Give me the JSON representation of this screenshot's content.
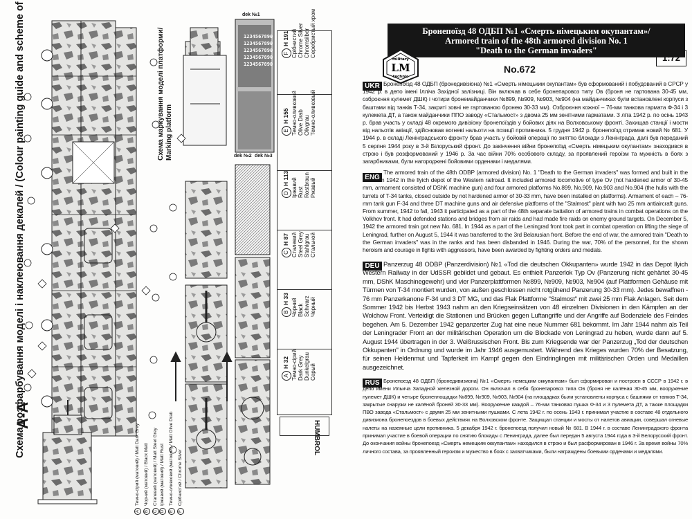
{
  "left": {
    "guide_title_1": "Схема розфарбування моделі і наклеювання декалей / (Colour painting guide and scheme of applying dekals",
    "platform_title_1": "Схема маркування моделі платформи/",
    "platform_title_2": "Marking platform",
    "section_label": "A-A",
    "decal_sheet": {
      "title": "dek №1",
      "numbers": [
        "1234567890",
        "1234567890",
        "1234567890",
        "1234567890",
        "1234567890"
      ],
      "label_2": "dek №2",
      "label_3": "dek №3"
    },
    "legend": [
      {
        "code": "H 191",
        "letter": "F",
        "names": [
          "Срібнистий",
          "Chrome Silver",
          "Chromsilber",
          "Серебристый хром"
        ]
      },
      {
        "code": "H 155",
        "letter": "E",
        "names": [
          "Темно-оливковий",
          "Olive Drab",
          "Olivgrau",
          "Темно-оливковый"
        ]
      },
      {
        "code": "H 113",
        "letter": "D",
        "names": [
          "Іржавий",
          "Rust",
          "Rostbraun",
          "Ржавый"
        ]
      },
      {
        "code": "H 87",
        "letter": "C",
        "names": [
          "Сталевий",
          "Steel Grey",
          "Stahlgrau",
          "Стальной"
        ]
      },
      {
        "code": "H 33",
        "letter": "B",
        "names": [
          "Чорний",
          "Black",
          "Schwarz",
          "Черный"
        ]
      },
      {
        "code": "H 32",
        "letter": "A",
        "names": [
          "Темно-сірий",
          "Dark Grey",
          "Dunkelgrau",
          "Серый"
        ]
      }
    ],
    "humbrol": "HUMBROL",
    "lower_legend": [
      {
        "letter": "A",
        "text": "Темно-сірий (матовий) / Matt Dark Grey"
      },
      {
        "letter": "B",
        "text": "Чорний (матовий) / Black Matt"
      },
      {
        "letter": "C",
        "text": "Сталевий (матовий) / Matt Steel Grey"
      },
      {
        "letter": "D",
        "text": "Іржавий (матовий) / Matt Rust"
      },
      {
        "letter": "E",
        "text": "Темно-оливковий (матовий) / Matt Olive Drab"
      },
      {
        "letter": "F",
        "text": "Срібнистий / Chrome Silver"
      }
    ]
  },
  "header": {
    "title_line1": "Бронепоїзд 48 ОДБП №1 «Смерть німецьким окупантам»/",
    "title_line2": "Armored train of the 48th armored division No. 1",
    "title_line3": "\"Death to the German invaders\"",
    "logo_top": "military",
    "logo_main": "LM",
    "logo_bottom": "technic",
    "scale": "1:72",
    "catalog_number": "No.672"
  },
  "texts": {
    "ukr_tag": "UKR",
    "ukr": "Бронепоїзд 48 ОДБП (бронедивізіона) №1 «Смерть німецьким окупантам» був сформований і побудований в СРСР у 1942 р. в депо імені Ілліча Західної залізниці. Він включав в себе бронепаровоз типу Ов (броня не гартована 30-45 мм, озброєння кулемет ДШК) і чотири бронемайданчики №899, №909, №903, №904 (на майданчиках були встановлені корпуси з баштами від танків Т-34, закриті зовні не гартованою бронею 30-33 мм). Озброєння кожної – 76-мм танкова гармата Ф-34 і 3 кулемета ДТ, а також майданчики ППО заводу «Стальмост» з двома 25 мм зенітними гарматами. З літа 1942 р. по осінь 1943 р. брав участь у складі 48 окремого дивізіону бронепоїздів у бойових діях на Волховському фронті. Захищав станції і мости від нальотів авіації, здійснював вогневі нальоти на позиції противника. 5 грудня 1942 р. бронепоїзд отримав новий № 681. У 1944 р. в складі Ленінградського фронту брав участь у бойовій операції по зняттю блокади з Ленінграда, далі був переданий 5 серпня 1944 року в 3-й Білоруський фронт. До закінчення війни бронепоїзд «Смерть німецьким окупантам» знаходився в строю і був розформований у 1946 р. За час війни 70% особового складу, за проявлений героїзм та мужність в боях з загарбниками, були нагороджені бойовими орденами і медалями.",
    "eng_tag": "ENG",
    "eng": "The armored train of the 48th ODBP (armored division) No. 1 \"Death to the German invaders\" was formed and built in the USSR in 1942 in the Ilyich depot of the Western railroad. It included armored locomotive of type Ov (not hardened armor of 30-45 mm, armament consisted of DShK machine gun) and four armored platforms No.899, No.909, No.903 and No.904 (the hulls with the turrets of T-34 tanks, closed outside by not hardened armor of 30-33 mm, have been installed on platforms). Armament of each – 76-mm tank gun F-34 and three DT machine guns and air defensive platforms of the \"Stalmost\" plant with two 25 mm antiaircraft guns. From summer, 1942 to fall, 1943 it participated as a part of the 48th separate battalion of armored trains in combat operations on the Volkhov front. It had defended stations and bridges from air raids and had made fire raids on enemy ground targets. On December 5, 1942 the armored train got new No. 681. In 1944 as a part of the Leningrad front took part in combat operation on lifting the siege of Leningrad, further on August 5, 1944 it was transferred to the 3rd Belarusian front. Before the end of war, the armored train \"Death to the German invaders\" was in the ranks and has been disbanded in 1946. During the war, 70% of the personnel, for the shown heroism and courage in fights with aggressors, have been awarded by fighting orders and medals.",
    "deu_tag": "DEU",
    "deu": "Panzerzug 48 ODBP (Panzerdivision) №1 «Tod die deutschen Okkupanten» wurde 1942 in das Depot Ilyich Western Railway in der UdSSR gebildet und gebaut. Es enthielt Panzerlok Typ Ov (Panzerung nicht gehärtet 30-45 mm, DShK Maschinegewehr) und vier Panzerplattformen №899, №909, №903, №904 (auf Plattformen Gehäuse mit Türmen von T-34 montiert wurden, von außen geschlossen nicht rotgühend Panzerung 30-33 mm). Jedes bewaffnen - 76 mm Panzerkanone F-34 und 3 DT MG, und das Flak Plattforme \"Stalmost\" mit zwei 25 mm Flak Anlagen. Seit dem Sommer 1942 bis Herbst 1943 nahm an den Kriegseinsätzen von 48 einzelnen Divisionen in den Kämpfen an der Wolchow Front. Verteidigt die Stationen und Brücken gegen Luftangriffe und der Angriffe auf Bodenziele des Feindes begehen. Am 5. Dezember 1942 gepanzerter Zug hat eine neue Nummer 681 bekommt. Im Jahr 1944 nahm als Teil der Leningrader Front an der militärischen Operation um die Blockade von Leningrad zu heben, wurde dann auf 5. August 1944 übertragen in der 3. Weißrussischen Front. Bis zum Kriegsende war der Panzerzug „Tod der deutschen Okkupanten\" in Ordnung und wurde im Jahr 1946 ausgemustert. Während des Krieges wurden 70% der Besatzung, für seinen Heldenmut und Tapferkeit im Kampf gegen den Eindringlingen mit militärischen Orden und Medaillen ausgezeichnet.",
    "rus_tag": "RUS",
    "rus": "Бронепоезд 48 ОДБП (бронедивизиона) №1 «Смерть немецким оккупантам» был сформирован и построен в СССР в 1942 г. в депо имени Ильича Западной железной дороги. Он включал в себя бронепаровоз типа Ов (броня не калёная 30-45 мм, вооружение пулемет ДШК) и четыре бронеплощадки №899, №909, №903, №904 (на площадках были установлены корпуса с башнями от танков Т-34, закрытые снаружи не калёной броней 30-33 мм). Вооружение каждой – 76-мм танковая пушка Ф-34 и 3 пулемета ДТ, а также площадки ПВО завода «Стальмост» с двумя 25 мм зенитными пушками. С лета 1942 г. по осень 1943 г. принимал участие в составе 48 отдельного дивизиона бронепоездов в боевых действиях на Волховском фронте. Защищал станции и мосты от налетов авиации, совершал огневые налеты на наземные цели противника. 5 декабря 1942 г. бронепоезд получил новый № 681. В 1944 г. в составе Ленинградского фронта принимал участие в боевой операции по снятию блокады с Ленинграда, далее был передан 5 августа 1944 года в 3-й Белорусский фронт. До окончания войны бронепоезд «Смерть немецким оккупантам» находился в строю и был расформирован в 1946 г. За время войны 70% личного состава, за проявленный героизм и мужество в боях с захватчиками, были награждены боевыми орденами и медалями."
  },
  "colors": {
    "camo_dark": "#5a5a5a",
    "camo_light": "#d4d4d4",
    "ink": "#161616"
  }
}
